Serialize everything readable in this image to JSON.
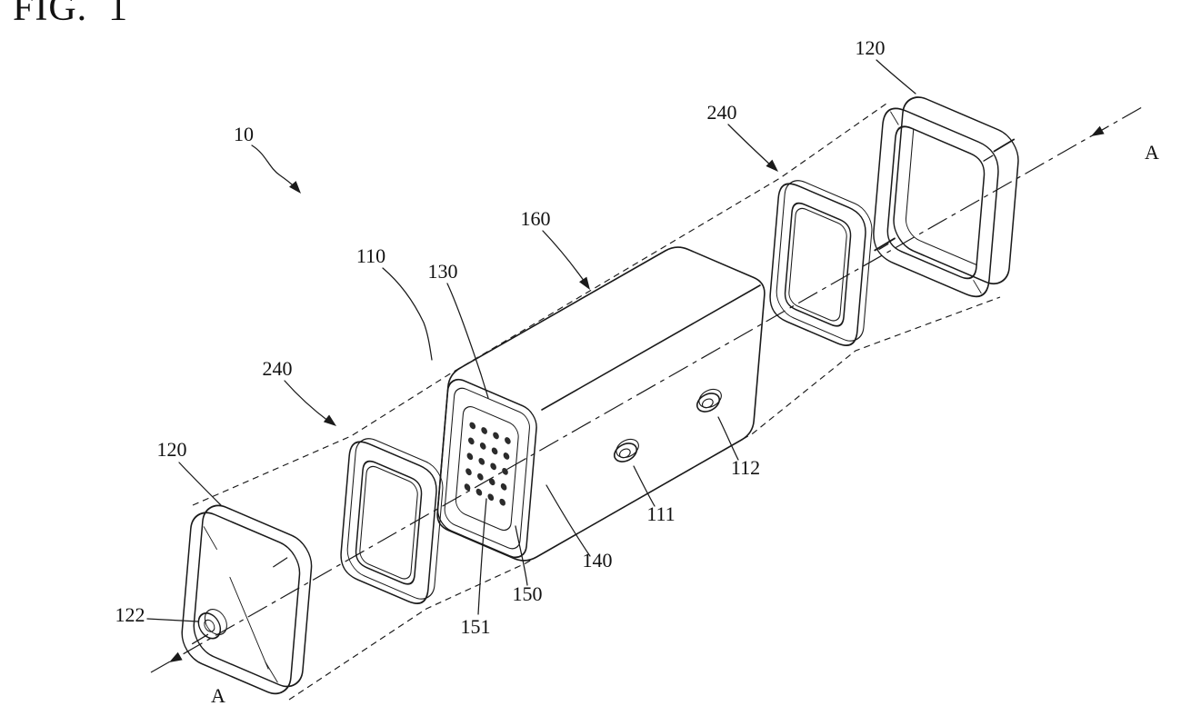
{
  "figure": {
    "title": "FIG.  1"
  },
  "labels": {
    "ref_10": "10",
    "ref_110": "110",
    "ref_111": "111",
    "ref_112": "112",
    "ref_120_left": "120",
    "ref_120_right": "120",
    "ref_122": "122",
    "ref_130": "130",
    "ref_140": "140",
    "ref_150": "150",
    "ref_151": "151",
    "ref_160": "160",
    "ref_240_left": "240",
    "ref_240_right": "240",
    "section_a_top": "A",
    "section_a_bottom": "A"
  },
  "colors": {
    "line": "#1a1a1a",
    "plate_fill": "#d8d8d8",
    "background": "#ffffff"
  }
}
